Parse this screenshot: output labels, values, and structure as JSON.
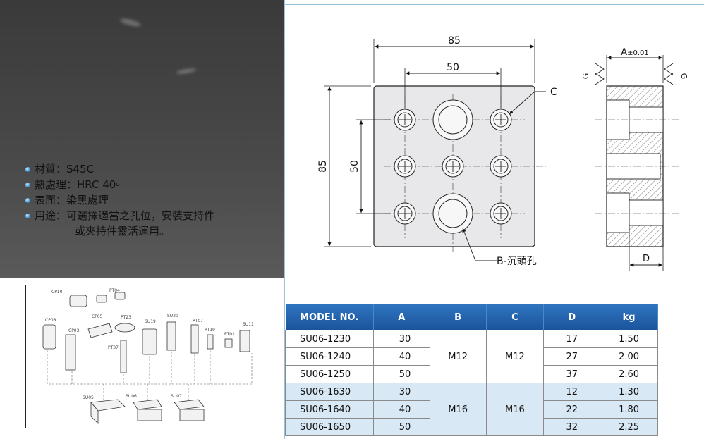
{
  "specs": {
    "material_label": "材質：S45C",
    "heat_prefix": "熱處理：HRC 40",
    "heat_sup": "o",
    "surface_label": "表面：染黑處理",
    "usage_line1": "用途：可選擇適當之孔位，安裝支持件",
    "usage_line2": "或夾持件靈活運用。"
  },
  "accessories": {
    "labels": [
      "CP10",
      "PT04",
      "CP08",
      "CP05",
      "PT23",
      "SU19",
      "SU20",
      "PT07",
      "SU11",
      "CP03",
      "PT19",
      "PT01",
      "PT37",
      "SU05",
      "SU06",
      "SU07"
    ]
  },
  "drawing": {
    "dim_overall_width": "85",
    "dim_hole_width": "50",
    "dim_overall_height": "85",
    "dim_hole_height": "50",
    "label_c": "C",
    "label_b": "B-沉頭孔",
    "label_a": "A",
    "label_a_tol": "±0.01",
    "label_g_left": "G",
    "label_g_right": "G",
    "label_d": "D"
  },
  "table": {
    "headers": [
      "MODEL NO.",
      "A",
      "B",
      "C",
      "D",
      "kg"
    ],
    "group1": {
      "b": "M12",
      "c": "M12",
      "rows": [
        {
          "model": "SU06-1230",
          "a": "30",
          "d": "17",
          "kg": "1.50"
        },
        {
          "model": "SU06-1240",
          "a": "40",
          "d": "27",
          "kg": "2.00"
        },
        {
          "model": "SU06-1250",
          "a": "50",
          "d": "37",
          "kg": "2.60"
        }
      ]
    },
    "group2": {
      "b": "M16",
      "c": "M16",
      "rows": [
        {
          "model": "SU06-1630",
          "a": "30",
          "d": "12",
          "kg": "1.30"
        },
        {
          "model": "SU06-1640",
          "a": "40",
          "d": "22",
          "kg": "1.80"
        },
        {
          "model": "SU06-1650",
          "a": "50",
          "d": "32",
          "kg": "2.25"
        }
      ]
    }
  },
  "colors": {
    "header_blue": "#1c5ea8",
    "row_highlight": "#d9e8f5",
    "divider": "#9dc3dc"
  }
}
